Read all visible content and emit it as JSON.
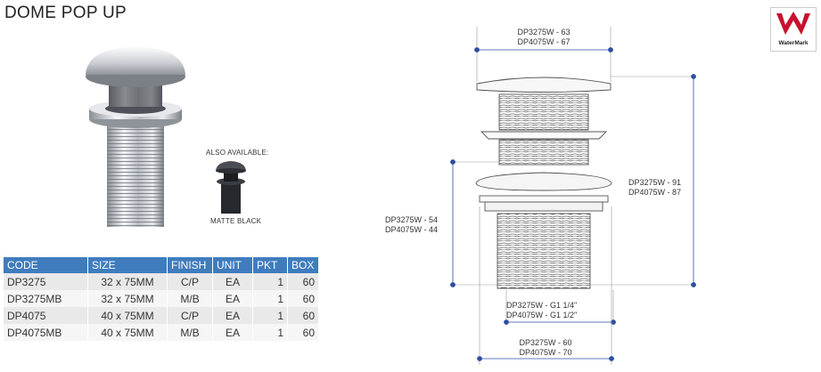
{
  "header": {
    "title": "DOME POP UP"
  },
  "alternative": {
    "label": "ALSO AVAILABLE:",
    "finish": "MATTE BLACK"
  },
  "logo": {
    "text": "WaterMark",
    "color": "#c8102e",
    "icon": "watermark-w-icon"
  },
  "table": {
    "header_color": "#3f7cbe",
    "columns": [
      "CODE",
      "SIZE",
      "FINISH",
      "UNIT",
      "PKT",
      "BOX"
    ],
    "rows": [
      [
        "DP3275",
        "32 x 75MM",
        "C/P",
        "EA",
        "1",
        "60"
      ],
      [
        "DP3275MB",
        "32 x 75MM",
        "M/B",
        "EA",
        "1",
        "60"
      ],
      [
        "DP4075",
        "40 x 75MM",
        "C/P",
        "EA",
        "1",
        "60"
      ],
      [
        "DP4075MB",
        "40 x 75MM",
        "M/B",
        "EA",
        "1",
        "60"
      ]
    ]
  },
  "diagram": {
    "dimension_color": "#2d4fa0",
    "top_width": {
      "line1": "DP3275W - 63",
      "line2": "DP4075W - 67"
    },
    "total_height": {
      "line1": "DP3275W - 91",
      "line2": "DP4075W - 87"
    },
    "thread_height": {
      "line1": "DP3275W - 54",
      "line2": "DP4075W - 44"
    },
    "thread_size": {
      "line1": "DP3275W - G1 1/4\"",
      "line2": "DP4075W - G1 1/2\""
    },
    "flange_width": {
      "line1": "DP3275W - 60",
      "line2": "DP4075W - 70"
    }
  }
}
